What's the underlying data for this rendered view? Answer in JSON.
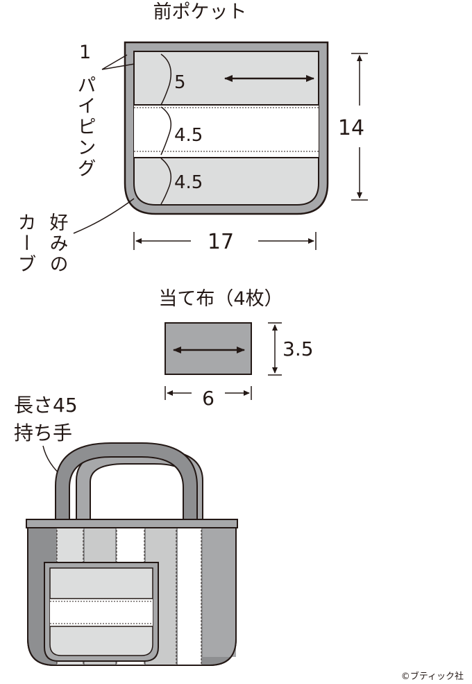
{
  "front_pocket": {
    "title": "前ポケット",
    "piping_count": "1",
    "piping_label": "パイピング",
    "curve_label_1": "好みの",
    "curve_label_2": "カーブ",
    "sections": [
      "5",
      "4.5",
      "4.5"
    ],
    "height": "14",
    "width": "17"
  },
  "patch": {
    "title": "当て布（4枚）",
    "height": "3.5",
    "width": "6"
  },
  "bag": {
    "handle_length": "長さ45",
    "handle_label": "持ち手"
  },
  "credit": "©ブティック社"
}
